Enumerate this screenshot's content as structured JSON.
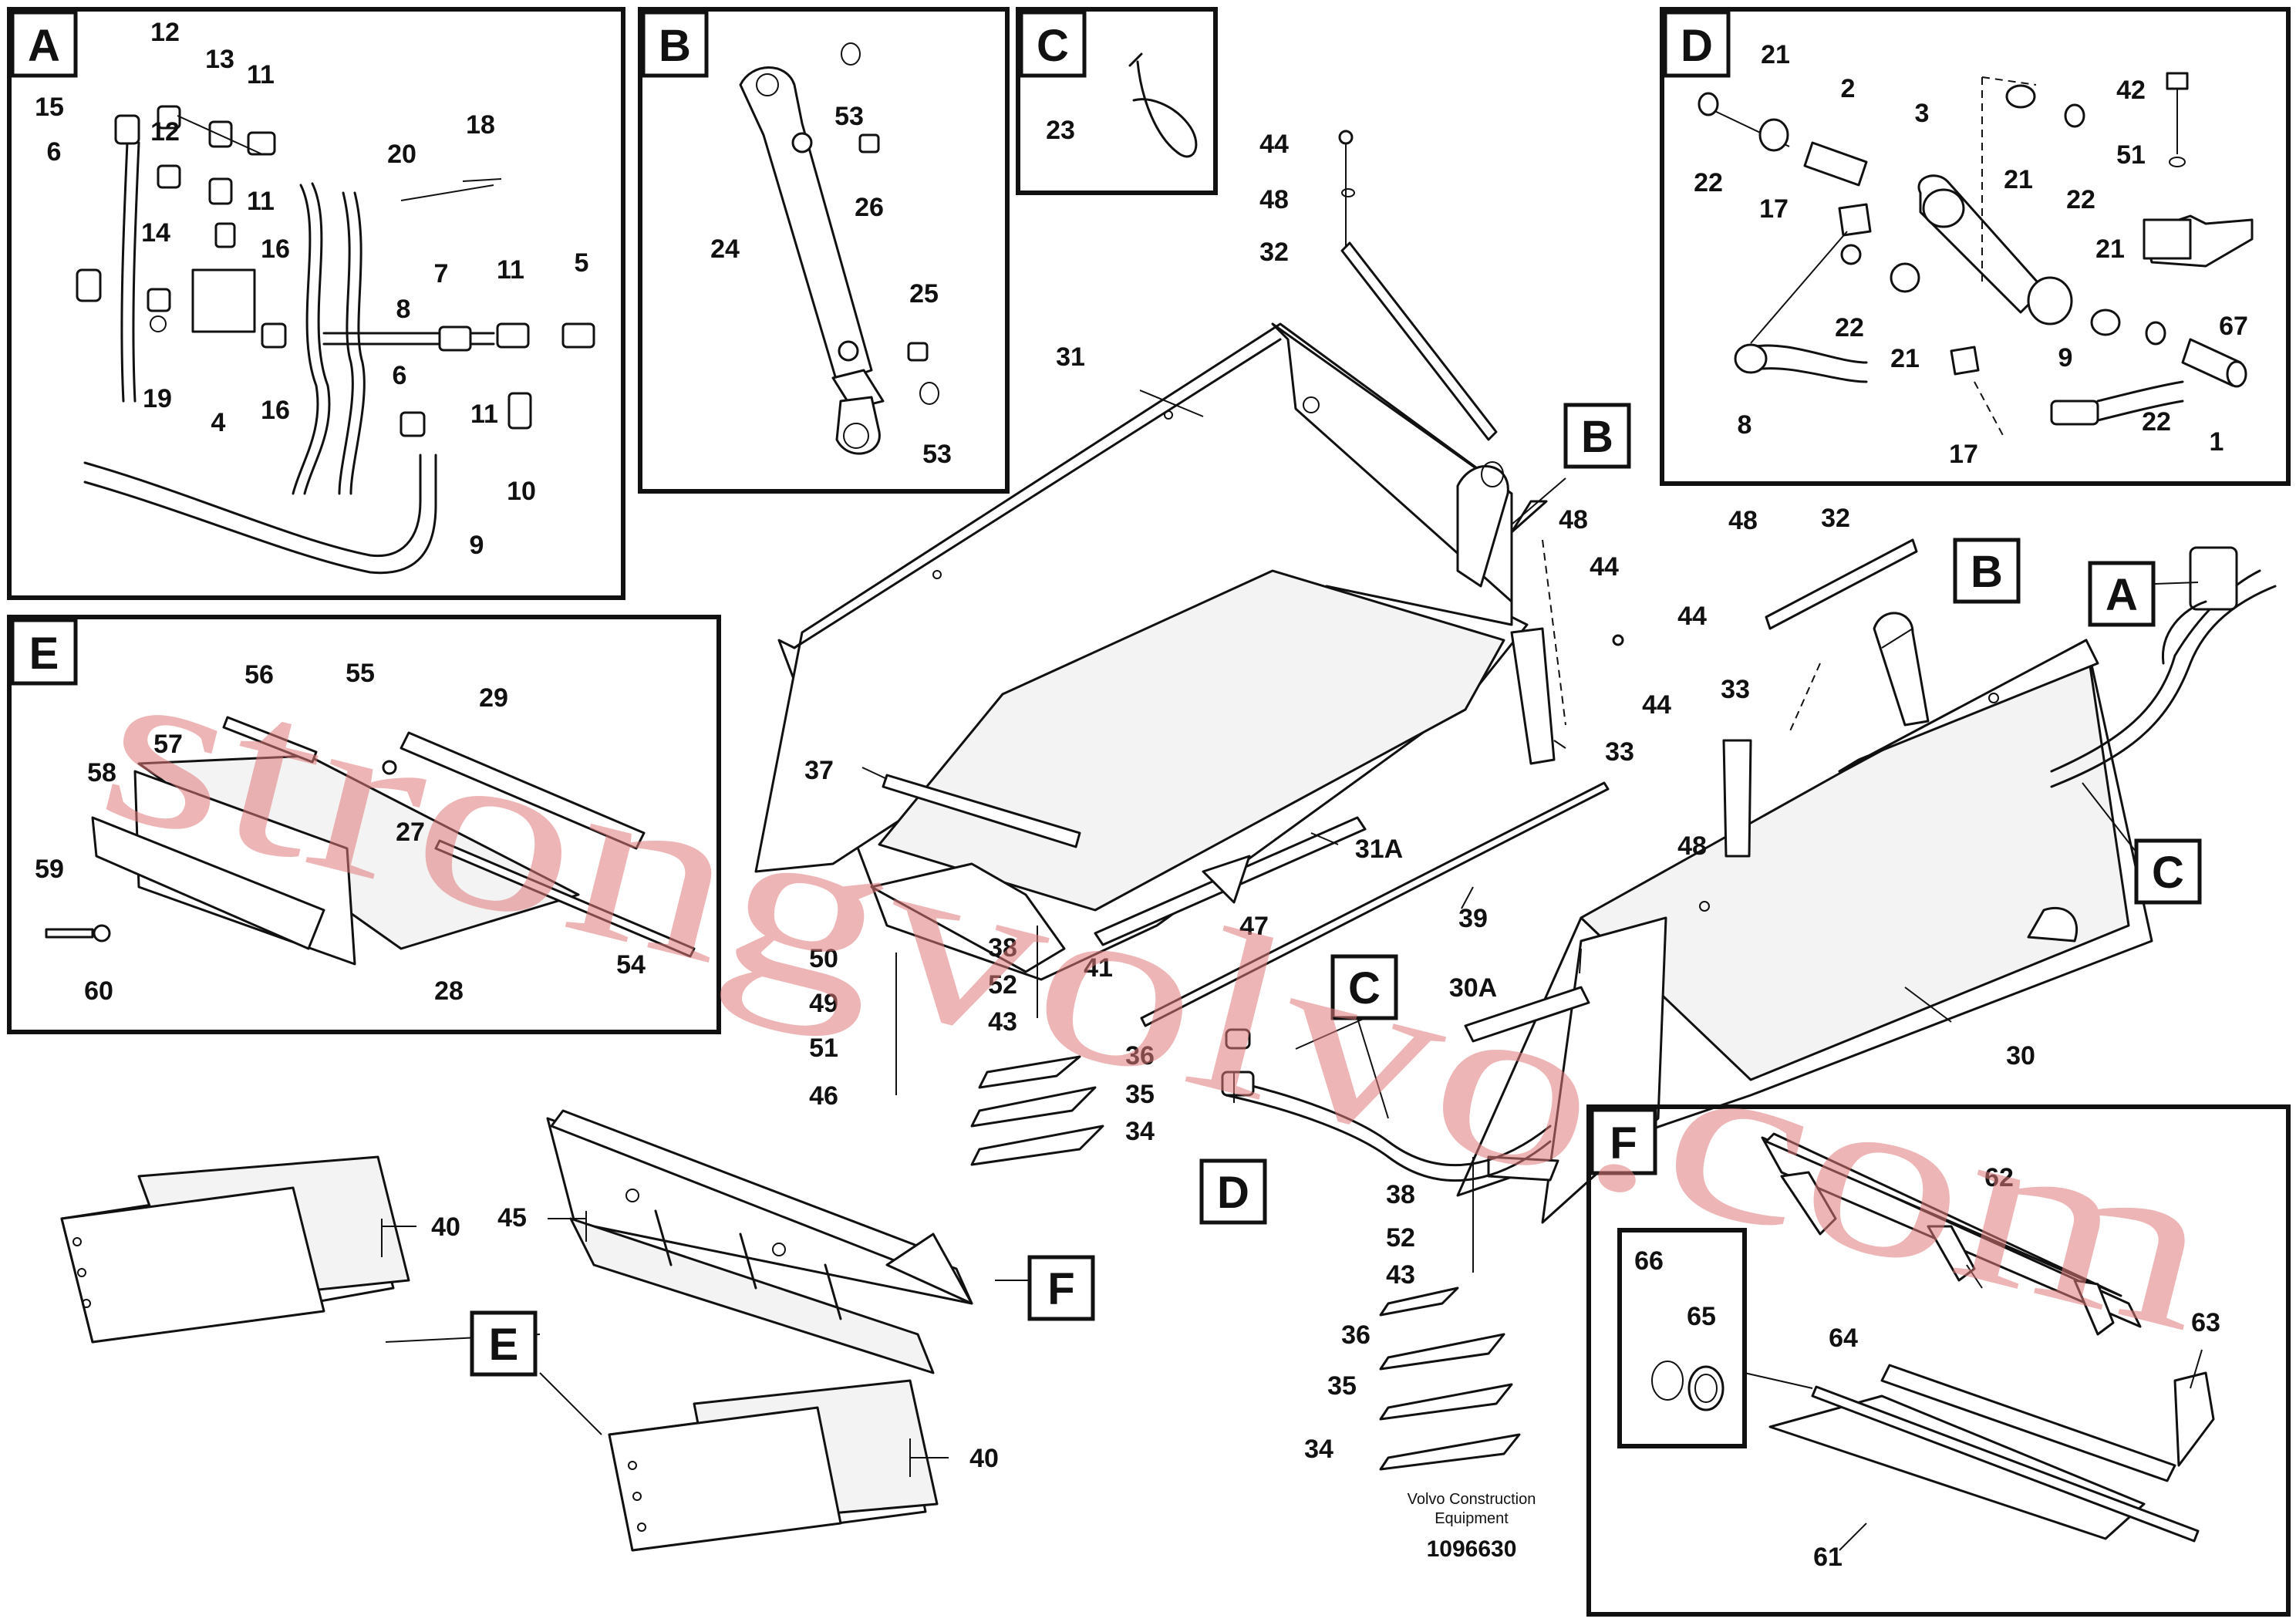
{
  "document": {
    "credit_line1": "Volvo Construction",
    "credit_line2": "Equipment",
    "drawing_number": "1096630"
  },
  "watermark": "strongvolvo.com",
  "detail_tags": {
    "A": "A",
    "B": "B",
    "C": "C",
    "D": "D",
    "E": "E",
    "F": "F"
  },
  "callouts": {
    "a": [
      "12",
      "13",
      "11",
      "15",
      "6",
      "12",
      "11",
      "18",
      "20",
      "16",
      "14",
      "7",
      "11",
      "5",
      "8",
      "19",
      "4",
      "16",
      "6",
      "11",
      "10",
      "9"
    ],
    "b": [
      "53",
      "26",
      "24",
      "25",
      "53"
    ],
    "c": [
      "23"
    ],
    "d": [
      "21",
      "2",
      "3",
      "42",
      "22",
      "21",
      "22",
      "51",
      "17",
      "21",
      "22",
      "21",
      "67",
      "9",
      "8",
      "17",
      "22",
      "1"
    ],
    "e": [
      "56",
      "55",
      "29",
      "57",
      "58",
      "27",
      "59",
      "60",
      "28",
      "54"
    ],
    "main": [
      "44",
      "48",
      "32",
      "31",
      "48",
      "44",
      "48",
      "32",
      "44",
      "44",
      "33",
      "48",
      "33",
      "37",
      "31A",
      "39",
      "47",
      "50",
      "38",
      "52",
      "49",
      "43",
      "41",
      "51",
      "36",
      "46",
      "35",
      "34",
      "30A",
      "30",
      "40",
      "45",
      "38",
      "52",
      "43",
      "36",
      "35",
      "34",
      "40"
    ],
    "f": [
      "62",
      "66",
      "65",
      "64",
      "63",
      "61"
    ]
  }
}
